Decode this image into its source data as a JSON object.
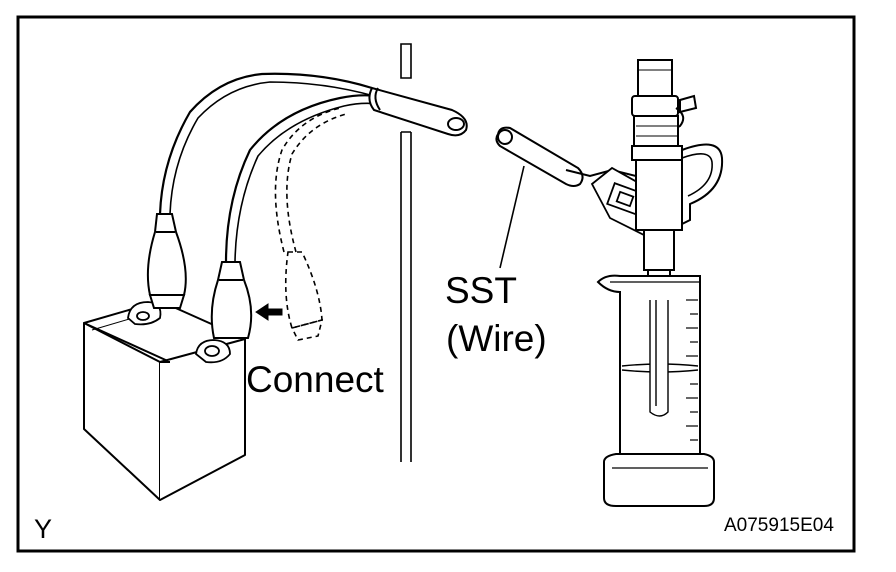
{
  "labels": {
    "connect": "Connect",
    "sst": "SST",
    "wire": "(Wire)",
    "corner_mark": "Y",
    "figure_code": "A075915E04"
  },
  "colors": {
    "line": "#000000",
    "background": "#ffffff"
  }
}
